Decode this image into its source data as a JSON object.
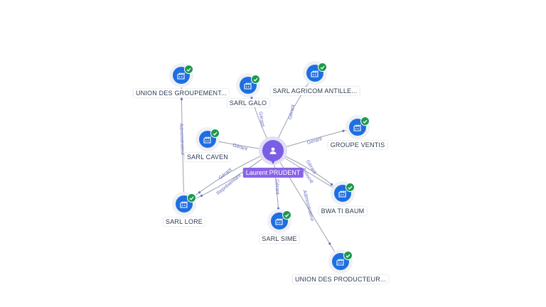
{
  "center": {
    "name": "Laurent PRUDENT",
    "icon": "person-icon",
    "color": "#7b5ee6"
  },
  "companies": [
    {
      "id": "union-groupement",
      "name": "UNION DES GROUPEMENT...",
      "icon": "building-icon"
    },
    {
      "id": "sarl-galo",
      "name": "SARL GALO",
      "icon": "building-icon"
    },
    {
      "id": "sarl-agricom",
      "name": "SARL AGRICOM ANTILLE...",
      "icon": "building-icon"
    },
    {
      "id": "sarl-caven",
      "name": "SARL CAVEN",
      "icon": "building-icon"
    },
    {
      "id": "groupe-ventis",
      "name": "GROUPE VENTIS",
      "icon": "building-icon"
    },
    {
      "id": "sarl-lore",
      "name": "SARL LORE",
      "icon": "building-icon"
    },
    {
      "id": "bwa-ti-baum",
      "name": "BWA TI BAUM",
      "icon": "building-icon"
    },
    {
      "id": "sarl-sime",
      "name": "SARL SIME",
      "icon": "building-icon"
    },
    {
      "id": "union-producteur",
      "name": "UNION DES PRODUCTEUR...",
      "icon": "building-icon"
    }
  ],
  "edges": [
    {
      "from": "center",
      "to": "sarl-galo",
      "label": "Gérant"
    },
    {
      "from": "center",
      "to": "sarl-agricom",
      "label": "Gérant"
    },
    {
      "from": "center",
      "to": "sarl-caven",
      "label": "Gérant"
    },
    {
      "from": "center",
      "to": "groupe-ventis",
      "label": "Gérant"
    },
    {
      "from": "center",
      "to": "sarl-lore",
      "label": "Gérant"
    },
    {
      "from": "center",
      "to": "sarl-lore",
      "label": "Représentant"
    },
    {
      "from": "center",
      "to": "bwa-ti-baum",
      "label": "Gérant"
    },
    {
      "from": "center",
      "to": "bwa-ti-baum",
      "label": "Associé"
    },
    {
      "from": "center",
      "to": "sarl-sime",
      "label": "Gérant"
    },
    {
      "from": "center",
      "to": "union-producteur",
      "label": "Administrateur"
    },
    {
      "from": "sarl-lore",
      "to": "union-groupement",
      "label": "Administrateur"
    }
  ],
  "colors": {
    "company": "#1e6fe0",
    "verified": "#1a9a4c",
    "edge": "#9aa0ae",
    "edge_label": "#6a6fc6"
  },
  "badge_icon": "check-icon"
}
